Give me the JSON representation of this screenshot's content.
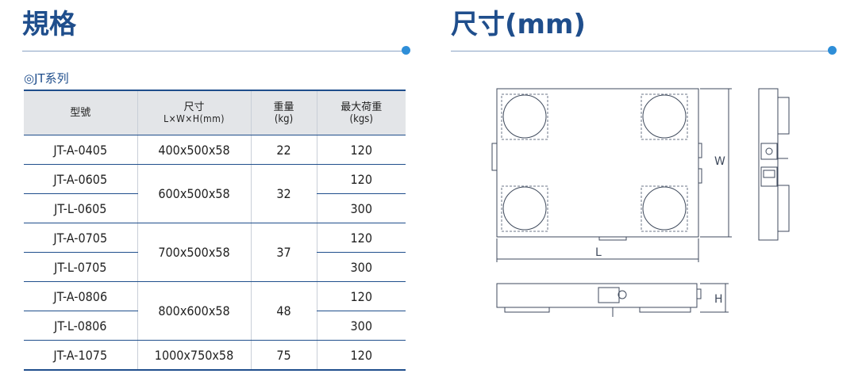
{
  "spec_section": {
    "title": "規格",
    "series_label": "◎JT系列"
  },
  "dim_section": {
    "title": "尺寸(mm)"
  },
  "table": {
    "headers": {
      "model": "型號",
      "size": "尺寸",
      "size_sub": "L×W×H(mm)",
      "weight": "重量",
      "weight_sub": "(kg)",
      "max_load": "最大荷重",
      "max_load_sub": "(kgs)"
    },
    "rows": [
      {
        "model": "JT-A-0405",
        "size": "400x500x58",
        "weight": "22",
        "max_load": "120"
      },
      {
        "model": "JT-A-0605",
        "size": "600x500x58",
        "weight": "32",
        "max_load": "120"
      },
      {
        "model": "JT-L-0605",
        "size": "600x500x58",
        "weight": "32",
        "max_load": "300"
      },
      {
        "model": "JT-A-0705",
        "size": "700x500x58",
        "weight": "37",
        "max_load": "120"
      },
      {
        "model": "JT-L-0705",
        "size": "700x500x58",
        "weight": "37",
        "max_load": "300"
      },
      {
        "model": "JT-A-0806",
        "size": "800x600x58",
        "weight": "48",
        "max_load": "120"
      },
      {
        "model": "JT-L-0806",
        "size": "800x600x58",
        "weight": "48",
        "max_load": "300"
      },
      {
        "model": "JT-A-1075",
        "size": "1000x750x58",
        "weight": "75",
        "max_load": "120"
      }
    ]
  },
  "drawing": {
    "label_w": "W",
    "label_l": "L",
    "label_h": "H"
  },
  "colors": {
    "title": "#1f4e8c",
    "accent_dot": "#2e8ed8",
    "header_bg": "#e3e5e8",
    "rule": "#1f4e8c"
  }
}
